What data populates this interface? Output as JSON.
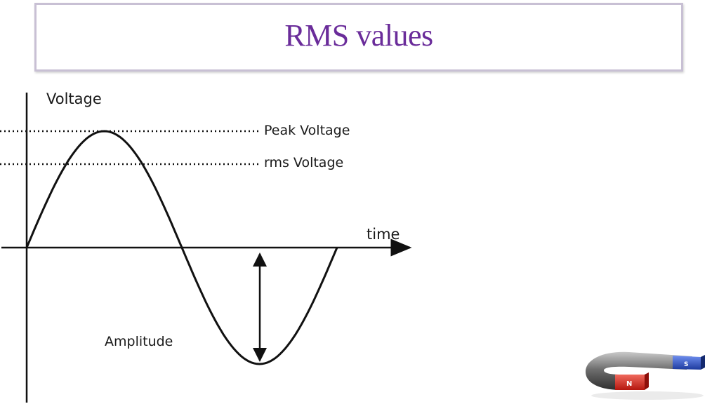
{
  "slide": {
    "title": "RMS values"
  },
  "diagram": {
    "y_axis_label": "Voltage",
    "x_axis_label": "time",
    "peak_label": "Peak Voltage",
    "rms_label": "rms Voltage",
    "amplitude_label": "Amplitude",
    "line_color": "#111111"
  },
  "decoration": {
    "icon": "horseshoe-magnet-icon",
    "pole_colors": {
      "north": "#d9231f",
      "south": "#2a4fc0"
    }
  }
}
